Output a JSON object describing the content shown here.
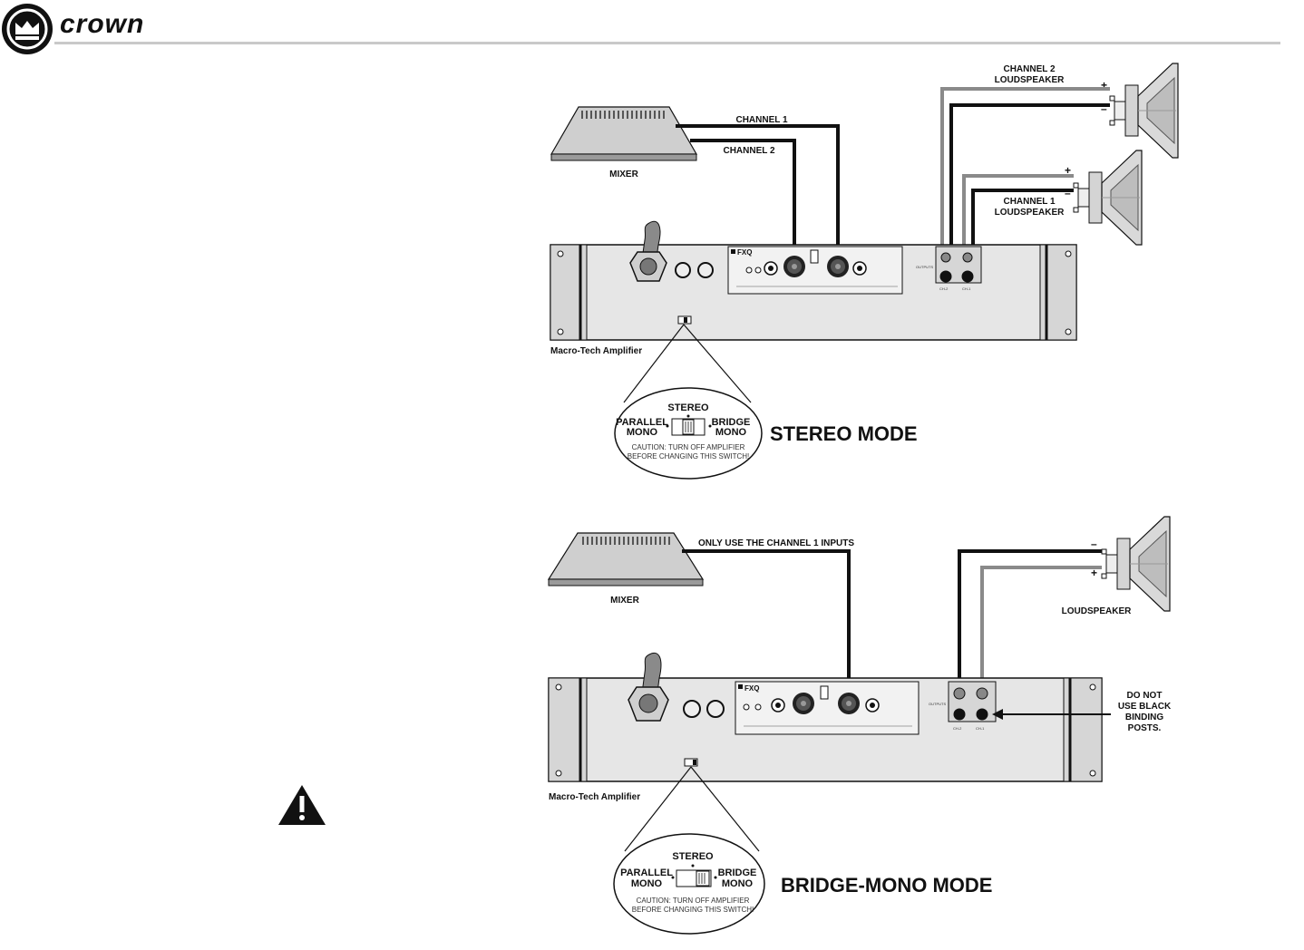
{
  "header": {
    "brand": "crown"
  },
  "stereo": {
    "mixer_label": "MIXER",
    "channel1_label": "CHANNEL 1",
    "channel2_label": "CHANNEL 2",
    "ch2_speaker_label": [
      "CHANNEL 2",
      "LOUDSPEAKER"
    ],
    "ch1_speaker_label": [
      "CHANNEL 1",
      "LOUDSPEAKER"
    ],
    "amp_label": "Macro-Tech Amplifier",
    "mode_label": "STEREO MODE",
    "switch": {
      "stereo": "STEREO",
      "parallel": [
        "PARALLEL",
        "MONO"
      ],
      "bridge": [
        "BRIDGE",
        "MONO"
      ],
      "caution": [
        "CAUTION: TURN OFF AMPLIFIER",
        "BEFORE CHANGING THIS SWITCH!"
      ],
      "position": "stereo"
    }
  },
  "bridge": {
    "mixer_label": "MIXER",
    "input_label": "ONLY USE THE CHANNEL 1 INPUTS",
    "speaker_label": "LOUDSPEAKER",
    "amp_label": "Macro-Tech Amplifier",
    "warning_label": [
      "DO NOT",
      "USE BLACK",
      "BINDING",
      "POSTS."
    ],
    "mode_label": "BRIDGE-MONO MODE",
    "switch": {
      "stereo": "STEREO",
      "parallel": [
        "PARALLEL",
        "MONO"
      ],
      "bridge": [
        "BRIDGE",
        "MONO"
      ],
      "caution": [
        "CAUTION: TURN OFF AMPLIFIER",
        "BEFORE CHANGING THIS SWITCH!"
      ],
      "position": "bridge"
    }
  },
  "amp_panel": {
    "fxq": "FXQ",
    "outputs": "OUTPUTS",
    "ch2": "CH-2",
    "ch1": "CH-1"
  },
  "polarity": {
    "plus": "+",
    "minus": "–"
  },
  "colors": {
    "black_wire": "#111111",
    "gray_wire": "#8a8a8a",
    "panel": "#e6e6e6"
  }
}
